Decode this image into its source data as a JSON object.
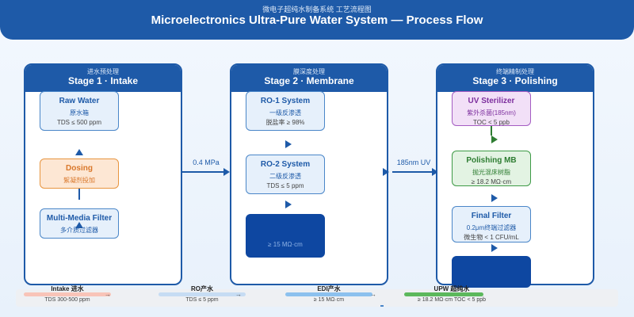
{
  "header": {
    "subtitle": "微电子超纯水制备系统 工艺流程图",
    "title": "Microelectronics Ultra-Pure Water System — Process Flow"
  },
  "stages": [
    {
      "cn": "进水预处理",
      "en": "Stage 1 · Intake",
      "boxes": [
        {
          "title": "Raw Water",
          "line1": "原水箱",
          "line2": "TDS ≤ 500 ppm",
          "style": "blue"
        },
        {
          "title": "Dosing",
          "line1": "絮凝剂投加",
          "line2": "",
          "style": "orange"
        },
        {
          "title": "Multi-Media Filter",
          "line1": "多介质过滤器",
          "line2": "",
          "style": "blue"
        }
      ]
    },
    {
      "cn": "膜深度处理",
      "en": "Stage 2 · Membrane",
      "boxes": [
        {
          "title": "RO-1 System",
          "line1": "一级反渗透",
          "line2": "脱盐率 ≥ 98%",
          "style": "blue"
        },
        {
          "title": "RO-2 System",
          "line1": "二级反渗透",
          "line2": "TDS ≤ 5 ppm",
          "style": "blue"
        },
        {
          "title": "",
          "line1": "",
          "line2": "≥ 15 MΩ·cm",
          "style": "solid"
        }
      ]
    },
    {
      "cn": "终端精制处理",
      "en": "Stage 3 · Polishing",
      "boxes": [
        {
          "title": "UV Sterilizer",
          "line1": "紫外杀菌(185nm)",
          "line2": "TOC < 5 ppb",
          "style": "purple"
        },
        {
          "title": "Polishing MB",
          "line1": "抛光混床树脂",
          "line2": "≥ 18.2 MΩ·cm",
          "style": "green"
        },
        {
          "title": "Final Filter",
          "line1": "0.2μm终端过滤器",
          "line2": "微生物 < 1 CFU/mL",
          "style": "blue"
        },
        {
          "title": "",
          "line1": "",
          "line2": "",
          "style": "solid"
        }
      ]
    }
  ],
  "flows": [
    {
      "label": "0.4 MPa"
    },
    {
      "label": "185nm UV"
    }
  ],
  "legend": [
    {
      "label": "Intake 进水",
      "value": "TDS 300-500 ppm",
      "color": "#f8c4b8"
    },
    {
      "label": "RO产水",
      "value": "TDS ≤ 5 ppm",
      "color": "#c6dcf3"
    },
    {
      "label": "EDI产水",
      "value": "≥ 15 MΩ·cm",
      "color": "#8cc1ee"
    },
    {
      "label": "UPW 超纯水",
      "value": "≥ 18.2 MΩ·cm TOC < 5 ppb",
      "color": "#5cb85c"
    }
  ],
  "legend_arrow": "→"
}
